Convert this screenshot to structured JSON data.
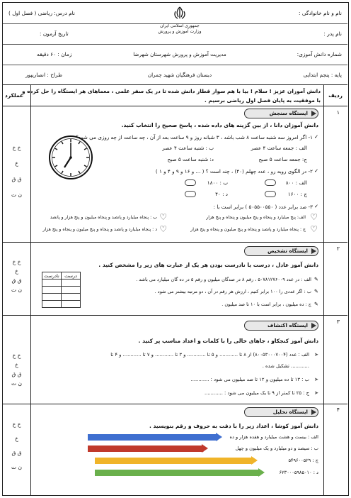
{
  "header": {
    "right": {
      "name_label": "نام و نام خانوادگی :",
      "father_label": "نام پدر :",
      "student_no_label": "شماره دانش آموزی:",
      "grade_label": "پایه : پنجم ابتدایی"
    },
    "center": {
      "line1": "جمهوری اسلامی ایران",
      "line2": "وزارت آموزش و پرورش",
      "line3": "مدیریت آموزش و پرورش شهرستان شهرضا",
      "line4": "دبستان فرهنگیان شهید چمران"
    },
    "left": {
      "subject": "نام درس: ریاضی ( فصل اول )",
      "date": "تاریخ آزمون :",
      "time": "زمان : ۶۰ دقیقه",
      "designer": "طراح : انصاریپور"
    }
  },
  "columns": {
    "row": "ردیف",
    "performance": "عملکرد"
  },
  "intro": {
    "line1": "دانش آموزان عزیز ! سلام ! بیا با هم سوار قطار دانش شده تا در یک سفر علمی ، معماهای هر ایستگاه را حل کرده و",
    "line2": "با موفقیت به پایان فصل اول ریاضی برسیم ."
  },
  "sections": [
    {
      "num": "۱",
      "station": "ایستگاه سنجش",
      "title": "دانش آموزان دانا ، از بین گزینه های داده شده ، پاسخ صحیح را انتخاب کنید.",
      "q1": "۱- اگر امروز سه شنبه ساعت ۸ شب باشد ، ۳ شبانه روز و ۹ ساعت بعد از آن ، چه ساعت از چه روزی می شود؟",
      "q1_a": "الف : جمعه ساعت ۴ عصر",
      "q1_b": "ب : شنبه ساعت ۴ عصر",
      "q1_c": "ج: جمعه ساعت ۵ صبح",
      "q1_d": "د: شنبه ساعت ۵ صبح",
      "q2": "۲- در الگوی روبه رو ، عدد چهلم (۴۰) ، چند است ؟ ( ... و ۱۶ و ۹ و ۴ و ۱ )",
      "q2_a": "الف : ۸۰۰",
      "q2_b": "ب : ۱۸۰۰",
      "q2_c": "ج : ۱۶۰۰",
      "q2_d": "د : ۴۰",
      "q3": "۳- صد برابر عدد ( ۵۰۵۵۰۰۵۵۰ ) برابر است با :",
      "q3_a": "الف: پنج میلیارد و پنجاه و پنج میلیون و پنجاه و پنج هزار",
      "q3_b": "ب : پنجاه میلیارد و پانصد و پنجاه میلیون و پنج هزار و پانصد",
      "q3_c": "ج : پنجاه میلیارد و پانصد و پنجاه و پنج میلیون و پنجاه و پنج هزار",
      "q3_d": "د : پنجاه میلیارد و پانصد و پنجاه و پنج میلیون و پنجاه و پنج هزار",
      "side": [
        "خ خ",
        "خ",
        "ق ق",
        "ن ت"
      ]
    },
    {
      "num": "۲",
      "station": "ایستگاه تشخیص",
      "title": "دانش آموز عادل ، درست یا نادرست بودن هر یک از عبارت های زیر را مشخص کنید .",
      "s_a": "الف : در عدد ۵۰۷۸۱۲۷۶۰۰۹ ، رقم ۸ در صدگان میلیون و رقم ۵ در ده گان میلیارد می باشد .",
      "s_b": "ب : اگر عددی را ۱۰۰ برابر کنیم ، ارزش هر رقم در آن ، دو مرتبه بیشتر می شود .",
      "s_c": "ج : ده میلیون ، برابر است با ۱۰ تا صد میلیون .",
      "table_h1": "درست",
      "table_h2": "نادرست",
      "side": [
        "خ خ",
        "خ",
        "ق ق",
        "ن ت"
      ]
    },
    {
      "num": "۳",
      "station": "ایستگاه اکتشاف",
      "title": "دانش آموز کنجکاو ، جاهای خالی را با کلمات و اعداد مناسب پر کنید .",
      "f_a": "الف : عدد (۸۰۰۵۳۰۰۰۷۰۰۴) از ۸ تا ............ و ۵ تا ............ و ۳ تا ............ و ۷ تا ............ و ۴ تا",
      "f_a2": "............ تشکیل شده .",
      "f_b": "ب : ۱۳ تا ده میلیون و ۱۲ تا صد میلیون می شود : ............",
      "f_c": "ج : ۲۵ تا کمتر از ۹ تا یک میلیون می شود : ............",
      "side": [
        "خ خ",
        "خ",
        "ق ق",
        "ن ت"
      ]
    },
    {
      "num": "۴",
      "station": "ایستگاه تحلیل",
      "title": "دانش آموز کوشا ، اعداد زیر را با دقت به حروف و رقم بنویسید .",
      "w_a": "الف : بیست و هشت میلیارد و هفده هزار و ده",
      "w_b": "ب : سیصد و دو میلیارد و یک میلیون و چهل",
      "w_c": "ج : ۵۴۹۶۰۰۵۲۹",
      "w_d": "د : ۶۲۳۰۰۰۵۹۸۵۰۱۰",
      "side": [
        "خ خ",
        "خ",
        "ق ق",
        "ن ت"
      ]
    }
  ],
  "colors": {
    "bar_blue": "#3f6fd0",
    "bar_red": "#c0392b",
    "bar_yellow": "#f0b429",
    "bar_green": "#6ab04c"
  }
}
